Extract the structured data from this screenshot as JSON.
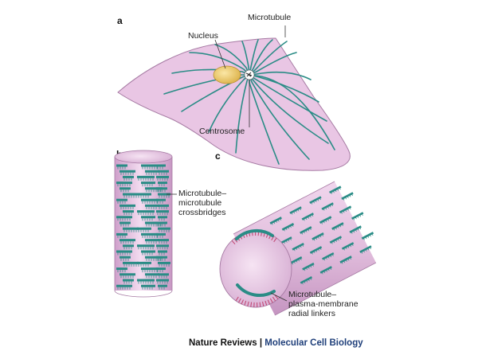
{
  "panels": {
    "a": {
      "letter": "a",
      "labels": {
        "microtubule": "Microtubule",
        "nucleus": "Nucleus",
        "centrosome": "Centrosome"
      }
    },
    "b": {
      "letter": "b",
      "label_lines": [
        "Microtubule–",
        "microtubule",
        "crossbridges"
      ]
    },
    "c": {
      "letter": "c",
      "label_lines": [
        "Microtubule–",
        "plasma-membrane",
        "radial linkers"
      ]
    }
  },
  "credit": {
    "publisher": "Nature Reviews",
    "separator": "|",
    "journal": "Molecular Cell Biology"
  },
  "colors": {
    "cell_fill": "#e9c6e4",
    "cell_stroke": "#a67aa3",
    "microtubule": "#2a8c86",
    "nucleus": "#eac860",
    "linker": "#c0426e"
  }
}
